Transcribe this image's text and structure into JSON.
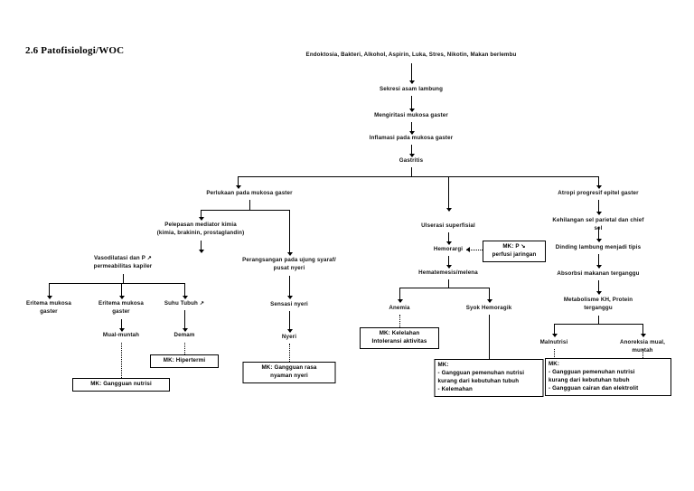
{
  "document": {
    "section_title": "2.6 Patofisiologi/WOC"
  },
  "chart_data": {
    "type": "diagram",
    "title": "2.6 Patofisiologi/WOC",
    "diagram_kind": "clinical-pathway-flowchart (WOC - Web of Caution) for Gastritis",
    "nodes": [
      {
        "id": "n1",
        "label": "Endoktosia, Bakteri, Alkohol, Aspirin, Luka, Stres, Nikotin, Makan berlembu"
      },
      {
        "id": "n2",
        "label": "Sekresi asam lambung"
      },
      {
        "id": "n3",
        "label": "Mengiritasi mukosa gaster"
      },
      {
        "id": "n4",
        "label": "Inflamasi pada mukosa gaster"
      },
      {
        "id": "n5",
        "label": "Gastritis"
      },
      {
        "id": "n6",
        "label": "Perlukaan pada mukosa gaster"
      },
      {
        "id": "n7",
        "label": "Pelepasan mediator kimia\n(kimia, brakinin, prostaglandin)"
      },
      {
        "id": "n8",
        "label": "Vasodilatasi dan P ↗\npermeabilitas kapiler"
      },
      {
        "id": "n9",
        "label": "Eritema mukosa\ngaster"
      },
      {
        "id": "n10",
        "label": "Eritema mukosa\ngaster"
      },
      {
        "id": "n11",
        "label": "Suhu Tubuh ↗"
      },
      {
        "id": "n12",
        "label": "Mual-muntah"
      },
      {
        "id": "n13",
        "label": "Demam"
      },
      {
        "id": "n14",
        "label": "MK: Gangguan nutrisi",
        "shape": "box"
      },
      {
        "id": "n15",
        "label": "MK: Hipertermi",
        "shape": "box"
      },
      {
        "id": "n16",
        "label": "Perangsangan pada ujung syaraf/\npusat nyeri"
      },
      {
        "id": "n17",
        "label": "Sensasi nyeri"
      },
      {
        "id": "n18",
        "label": "Nyeri"
      },
      {
        "id": "n19",
        "label": "MK: Gangguan rasa\nnyaman nyeri",
        "shape": "box"
      },
      {
        "id": "n20",
        "label": "Ulserasi superfisial"
      },
      {
        "id": "n21",
        "label": "Hemorargi"
      },
      {
        "id": "n22",
        "label": "MK: P ↘\nperfusi jaringan",
        "shape": "box"
      },
      {
        "id": "n23",
        "label": "Hematemesis/melena"
      },
      {
        "id": "n24",
        "label": "Anemia"
      },
      {
        "id": "n25",
        "label": "Syok Hemoragik"
      },
      {
        "id": "n26",
        "label": "MK: Kelelahan\nIntoleransi aktivitas",
        "shape": "box"
      },
      {
        "id": "n27",
        "label": "Atropi progresif epitel gaster"
      },
      {
        "id": "n28",
        "label": "Kehilangan sel parietal dan chief sel"
      },
      {
        "id": "n29",
        "label": "Dinding lambung menjadi tipis"
      },
      {
        "id": "n30",
        "label": "Absorbsi makanan terganggu"
      },
      {
        "id": "n31",
        "label": "Metabolisme KH, Protein\nterganggu"
      },
      {
        "id": "n32",
        "label": "Malnutrisi"
      },
      {
        "id": "n33",
        "label": "Anoreksia mual, muntah"
      },
      {
        "id": "n34",
        "label": "MK:\n- Gangguan pemenuhan nutrisi\n  kurang dari kebutuhan tubuh\n- Kelemahan",
        "shape": "box"
      },
      {
        "id": "n35",
        "label": "MK:\n- Gangguan pemenuhan nutrisi\n  kurang dari kebutuhan tubuh\n- Gangguan cairan dan elektrolit",
        "shape": "box"
      }
    ],
    "edges": [
      {
        "from": "n1",
        "to": "n2",
        "style": "solid"
      },
      {
        "from": "n2",
        "to": "n3",
        "style": "solid"
      },
      {
        "from": "n3",
        "to": "n4",
        "style": "solid"
      },
      {
        "from": "n4",
        "to": "n5",
        "style": "solid"
      },
      {
        "from": "n5",
        "to": "n6",
        "style": "solid"
      },
      {
        "from": "n5",
        "to": "n20",
        "style": "solid"
      },
      {
        "from": "n5",
        "to": "n27",
        "style": "solid"
      },
      {
        "from": "n6",
        "to": "n7",
        "style": "solid"
      },
      {
        "from": "n6",
        "to": "n16",
        "style": "solid"
      },
      {
        "from": "n7",
        "to": "n8",
        "style": "solid"
      },
      {
        "from": "n8",
        "to": "n9",
        "style": "solid"
      },
      {
        "from": "n8",
        "to": "n10",
        "style": "solid"
      },
      {
        "from": "n8",
        "to": "n11",
        "style": "solid"
      },
      {
        "from": "n10",
        "to": "n12",
        "style": "solid"
      },
      {
        "from": "n11",
        "to": "n13",
        "style": "solid"
      },
      {
        "from": "n12",
        "to": "n14",
        "style": "dotted"
      },
      {
        "from": "n13",
        "to": "n15",
        "style": "dotted"
      },
      {
        "from": "n16",
        "to": "n17",
        "style": "solid"
      },
      {
        "from": "n17",
        "to": "n18",
        "style": "solid"
      },
      {
        "from": "n18",
        "to": "n19",
        "style": "dotted"
      },
      {
        "from": "n20",
        "to": "n21",
        "style": "solid"
      },
      {
        "from": "n21",
        "to": "n22",
        "style": "dashed"
      },
      {
        "from": "n21",
        "to": "n23",
        "style": "solid"
      },
      {
        "from": "n23",
        "to": "n24",
        "style": "solid"
      },
      {
        "from": "n23",
        "to": "n25",
        "style": "solid"
      },
      {
        "from": "n24",
        "to": "n26",
        "style": "dotted"
      },
      {
        "from": "n25",
        "to": "n34",
        "style": "solid"
      },
      {
        "from": "n27",
        "to": "n28",
        "style": "solid"
      },
      {
        "from": "n28",
        "to": "n29",
        "style": "solid"
      },
      {
        "from": "n29",
        "to": "n30",
        "style": "solid"
      },
      {
        "from": "n30",
        "to": "n31",
        "style": "solid"
      },
      {
        "from": "n31",
        "to": "n32",
        "style": "solid"
      },
      {
        "from": "n31",
        "to": "n33",
        "style": "solid"
      },
      {
        "from": "n32",
        "to": "n34",
        "style": "dotted"
      },
      {
        "from": "n33",
        "to": "n35",
        "style": "dotted"
      }
    ],
    "colors": {
      "line": "#000000",
      "text": "#000000",
      "background": "#ffffff"
    }
  }
}
